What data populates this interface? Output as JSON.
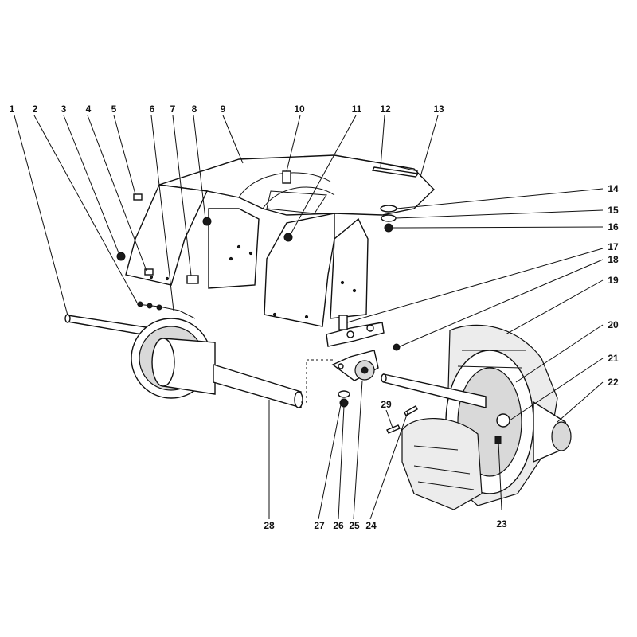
{
  "diagram": {
    "labels": {
      "l1": "1",
      "l2": "2",
      "l3": "3",
      "l4": "4",
      "l5": "5",
      "l6": "6",
      "l7": "7",
      "l8": "8",
      "l9": "9",
      "l10": "10",
      "l11": "11",
      "l12": "12",
      "l13": "13",
      "l14": "14",
      "l15": "15",
      "l16": "16",
      "l17": "17",
      "l18": "18",
      "l19": "19",
      "l20": "20",
      "l21": "21",
      "l22": "22",
      "l23": "23",
      "l24": "24",
      "l25": "25",
      "l26": "26",
      "l27": "27",
      "l28": "28",
      "l29": "29"
    },
    "colors": {
      "ink": "#111111",
      "paper": "#ffffff",
      "shade": "#d9d9d9"
    }
  }
}
